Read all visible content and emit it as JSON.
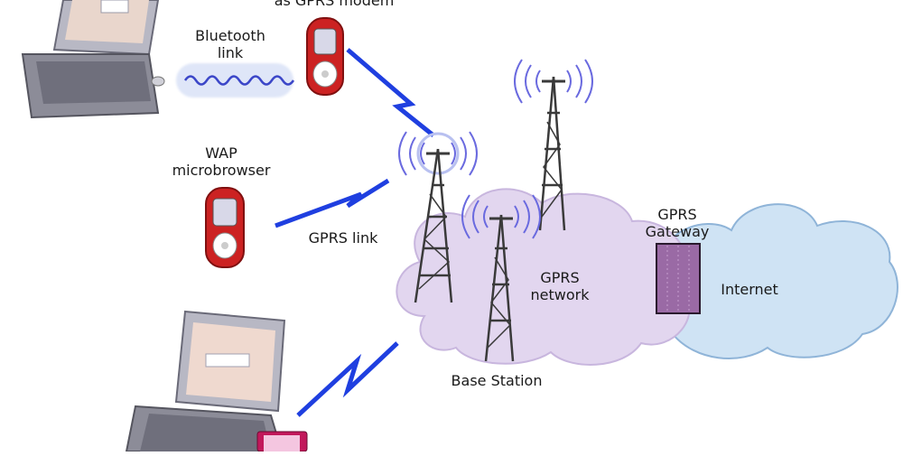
{
  "labels": {
    "gprs_modem": "as GPRS modem",
    "bluetooth_line1": "Bluetooth",
    "bluetooth_line2": "link",
    "wap_line1": "WAP",
    "wap_line2": "microbrowser",
    "gprs_link": "GPRS link",
    "gprs_network_line1": "GPRS",
    "gprs_network_line2": "network",
    "gateway_line1": "GPRS",
    "gateway_line2": "Gateway",
    "internet": "Internet",
    "base_station": "Base Station"
  },
  "icons": [
    "laptop-icon",
    "phone-icon",
    "tower-icon",
    "gateway-server-icon",
    "cloud-icon",
    "pda-icon"
  ],
  "colors": {
    "link_blue": "#1f3fe0",
    "gprs_cloud": "#e2d6ef",
    "internet_cloud": "#cfe3f4",
    "phone_red": "#cc2222",
    "gateway_purple": "#9a6aa5",
    "wave_blue": "#3b46c8"
  }
}
